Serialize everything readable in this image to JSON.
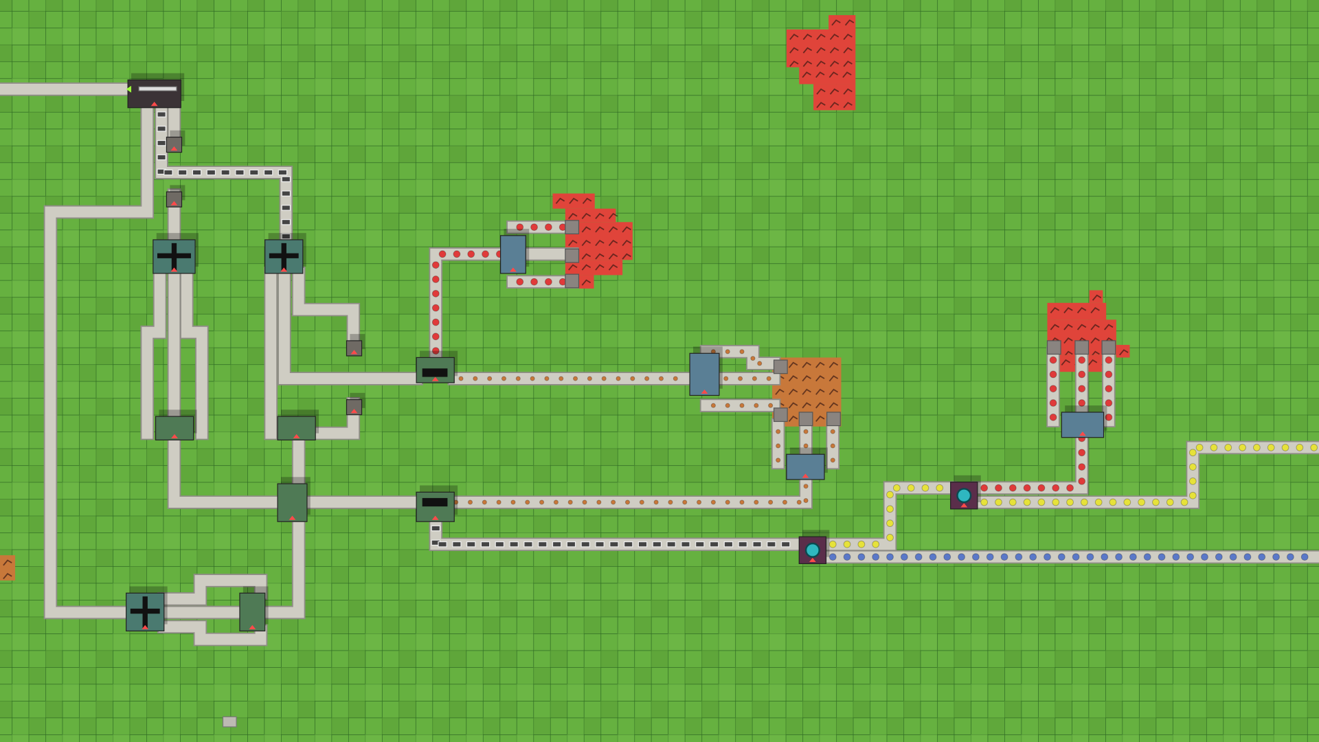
{
  "game": {
    "view": "factory-map",
    "colors": {
      "grass": "#66b140",
      "grass_dark": "#58a035",
      "grid_line": "#2f6a24",
      "belt": "#cfcdc3",
      "belt_edge": "#8f8d86",
      "building_dark": "#3b3336",
      "building_blue": "#5a7f95",
      "building_green": "#4f7a55",
      "building_purple": "#5a2e4a",
      "ore_red": "#e0443a",
      "ore_orange": "#c8783a",
      "item_red": "#e03a3a",
      "item_yellow": "#e6e23a",
      "item_blue": "#5a78c8",
      "item_cyan": "#2fb7c0",
      "arrow_in": "#ff4a4a",
      "arrow_out": "#9cff3a"
    },
    "resources": [
      "red-ore",
      "copper-ore"
    ],
    "item_types": [
      "red-item",
      "yellow-item",
      "blue-item",
      "ore-chunk",
      "plate-item"
    ]
  }
}
